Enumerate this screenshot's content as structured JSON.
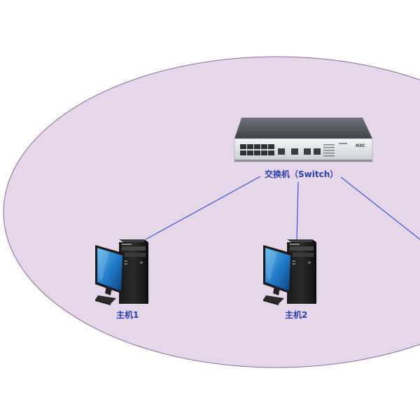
{
  "colors": {
    "zone_fill": "#e6d6ea",
    "zone_stroke": "#8a6b98",
    "link": "#3a55d6",
    "label": "#2a3fb0"
  },
  "nodes": {
    "switch": {
      "label": "交换机（Switch）",
      "brand": "H3C"
    },
    "host1": {
      "label": "主机1"
    },
    "host2": {
      "label": "主机2"
    }
  },
  "links": [
    {
      "from": "switch",
      "to": "host1"
    },
    {
      "from": "switch",
      "to": "host2"
    },
    {
      "from": "switch",
      "to": "offscreen-right"
    }
  ]
}
